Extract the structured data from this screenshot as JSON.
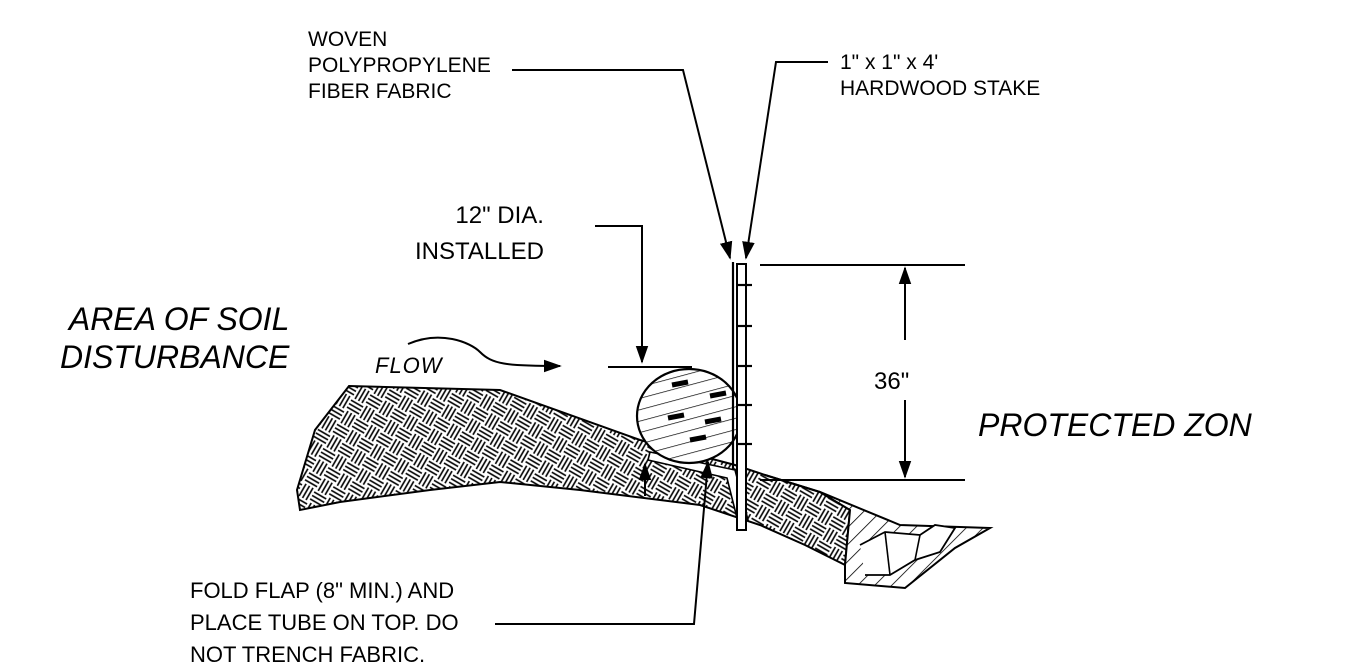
{
  "labels": {
    "fabric": [
      "WOVEN",
      "POLYPROPYLENE",
      "FIBER FABRIC"
    ],
    "stake": [
      "1\" x 1\" x 4'",
      "HARDWOOD STAKE"
    ],
    "diameter": [
      "12\" DIA.",
      "INSTALLED"
    ],
    "disturbance": [
      "AREA OF SOIL",
      "DISTURBANCE"
    ],
    "flow": "FLOW",
    "height": "36\"",
    "protected": "PROTECTED ZON",
    "flap": [
      "FOLD FLAP (8\" MIN.) AND",
      "PLACE TUBE ON TOP. DO",
      "NOT TRENCH FABRIC."
    ]
  },
  "colors": {
    "line": "#000000",
    "background": "#ffffff"
  }
}
